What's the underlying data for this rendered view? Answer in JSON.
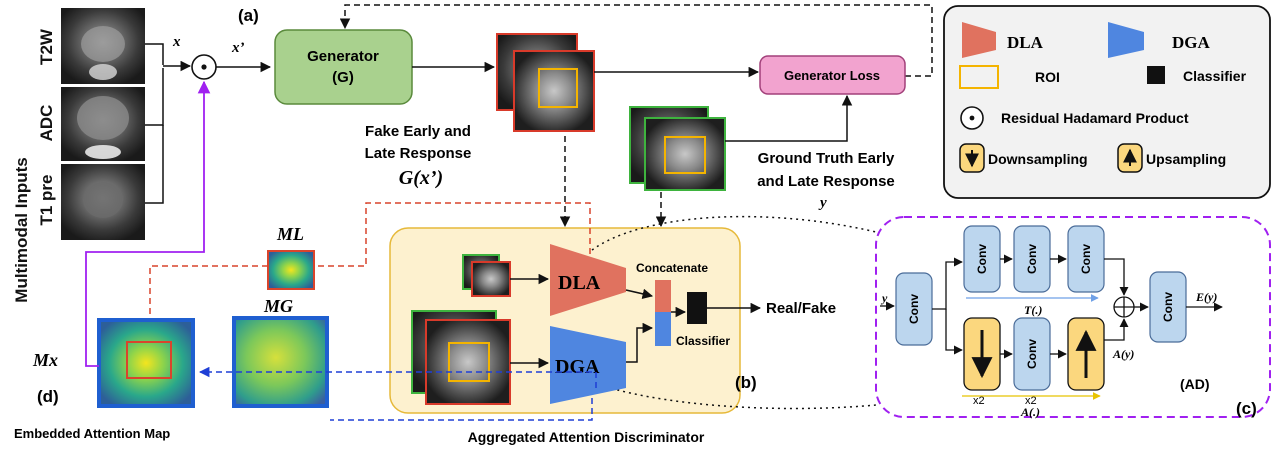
{
  "inputs": {
    "group_label": "Multimodal Inputs",
    "modalities": [
      "T2W",
      "ADC",
      "T1 pre"
    ],
    "x_label": "x",
    "x_prime_label": "x’"
  },
  "panel_labels": {
    "a": "(a)",
    "b": "(b)",
    "c": "(c)",
    "d": "(d)"
  },
  "generator": {
    "line1": "Generator",
    "line2": "(G)"
  },
  "generator_loss": {
    "label": "Generator Loss"
  },
  "fake_response": {
    "line1": "Fake Early and",
    "line2": "Late Response",
    "formula": "G(x’)"
  },
  "ground_truth": {
    "line1": "Ground Truth Early",
    "line2": "and Late Response",
    "y_label": "y"
  },
  "legend": {
    "d_la": "DLA",
    "d_ga": "DGA",
    "roi": "ROI",
    "classifier": "Classifier",
    "hadamard": "Residual Hadamard Product",
    "downsampling": "Downsampling",
    "upsampling": "Upsampling"
  },
  "maps": {
    "m_l": "ML",
    "m_g": "MG",
    "m_x": "Mx",
    "embedded_label": "Embedded Attention Map"
  },
  "discriminator": {
    "d_la": "DLA",
    "d_ga": "DGA",
    "concatenate": "Concatenate",
    "classifier": "Classifier",
    "output": "Real/Fake",
    "title": "Aggregated Attention Discriminator"
  },
  "ad_block": {
    "conv": "Conv",
    "y": "y",
    "t": "T(.)",
    "a_y": "A(y)",
    "a": "A(.)",
    "e_y": "E(y)",
    "x2": "x2",
    "name": "(AD)"
  },
  "colors": {
    "generator": "#a9d18e",
    "generator_loss": "#f2a3cf",
    "d_la": "#e0725f",
    "d_ga": "#4f86e0",
    "roi": "#f4b400",
    "disc_bg": "#fdf1cf",
    "legend_bg": "#f2f2f2",
    "conv": "#bcd6ee",
    "attention_box": "#fbd77e",
    "purple": "#a020f0",
    "red_dash": "#d9442c",
    "blue_dash": "#1f3fd6"
  }
}
